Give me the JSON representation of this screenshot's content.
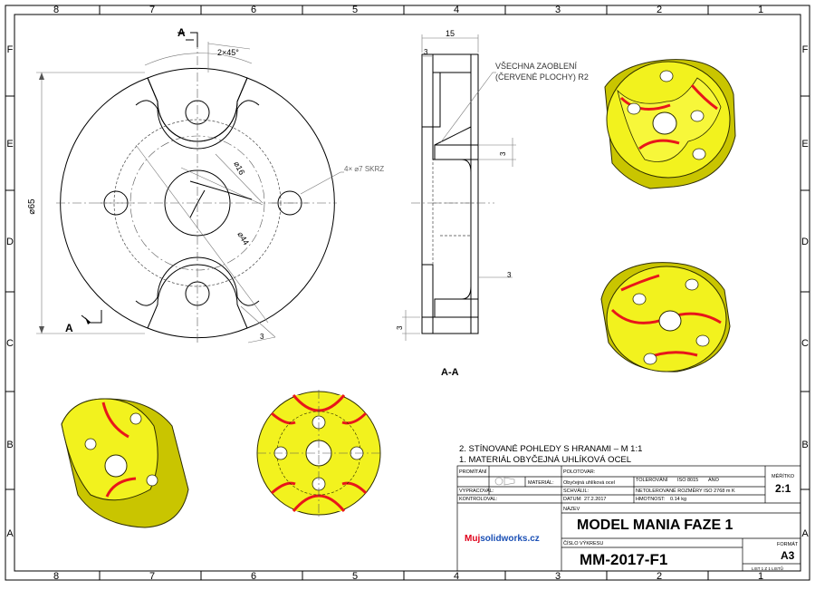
{
  "border": {
    "columns": [
      "8",
      "7",
      "6",
      "5",
      "4",
      "3",
      "2",
      "1"
    ],
    "rows": [
      "F",
      "E",
      "D",
      "C",
      "B",
      "A"
    ]
  },
  "front_view": {
    "section_letter_top": "A",
    "section_letter_bottom": "A",
    "dim_chamfer": "2×45°",
    "dim_diameter_outer": "⌀65",
    "dim_bore": "⌀16",
    "dim_pcd": "⌀44",
    "dim_holes": "4× ⌀7 SKRZ",
    "dim_slot": "3"
  },
  "section_view": {
    "label": "A-A",
    "dim_width": "15",
    "dim_top": "3",
    "dim_r1": "3",
    "dim_r2": "3",
    "dim_bottom": "3",
    "note_line1": "VŠECHNA ZAOBLENÍ",
    "note_line2": "(ČERVENÉ PLOCHY) R2"
  },
  "notes": {
    "line2": "2. STÍNOVANÉ POHLEDY S HRANAMI – M 1:1",
    "line1": "1. MATERIÁL OBYČEJNÁ UHLÍKOVÁ OCEL"
  },
  "title_block": {
    "promitani": "PROMÍTÁNÍ",
    "polotovar": "POLOTOVAR:",
    "material_label": "MATERIÁL:",
    "material_value": "Obyčejná uhlíková ocel",
    "tolerovani_label": "TOLEROVÁNÍ",
    "tolerovani_value": "ISO 8015",
    "tolerovani_flag": "ANO",
    "vypracoval": "VYPRACOVAL:",
    "schvalil": "SCHVÁLIL:",
    "netolerovane": "NETOLEROVANÉ ROZMĚRY ISO 2768 m K",
    "kontroloval": "KONTROLOVAL:",
    "datum_label": "DATUM:",
    "datum_value": "27.2.2017",
    "hmotnost_label": "HMOTNOST:",
    "hmotnost_value": "0.14 kg",
    "meritko_label": "MĚŘÍTKO",
    "meritko_value": "2:1",
    "nazev_label": "NÁZEV",
    "nazev_value": "MODEL MANIA FAZE 1",
    "cislo_label": "ČÍSLO VÝKRESU",
    "cislo_value": "MM-2017-F1",
    "format_label": "FORMÁT",
    "format_value": "A3",
    "list_label": "LIST 1 Z 1 LISTŮ",
    "brand_prefix": "Muj",
    "brand_suffix": "solidworks.cz"
  },
  "colors": {
    "part_yellow": "#f2f21e",
    "part_edge": "#b8b400",
    "fillet_red": "#e8161a",
    "brand_red": "#e0001a",
    "brand_blue": "#1a4fb5"
  }
}
